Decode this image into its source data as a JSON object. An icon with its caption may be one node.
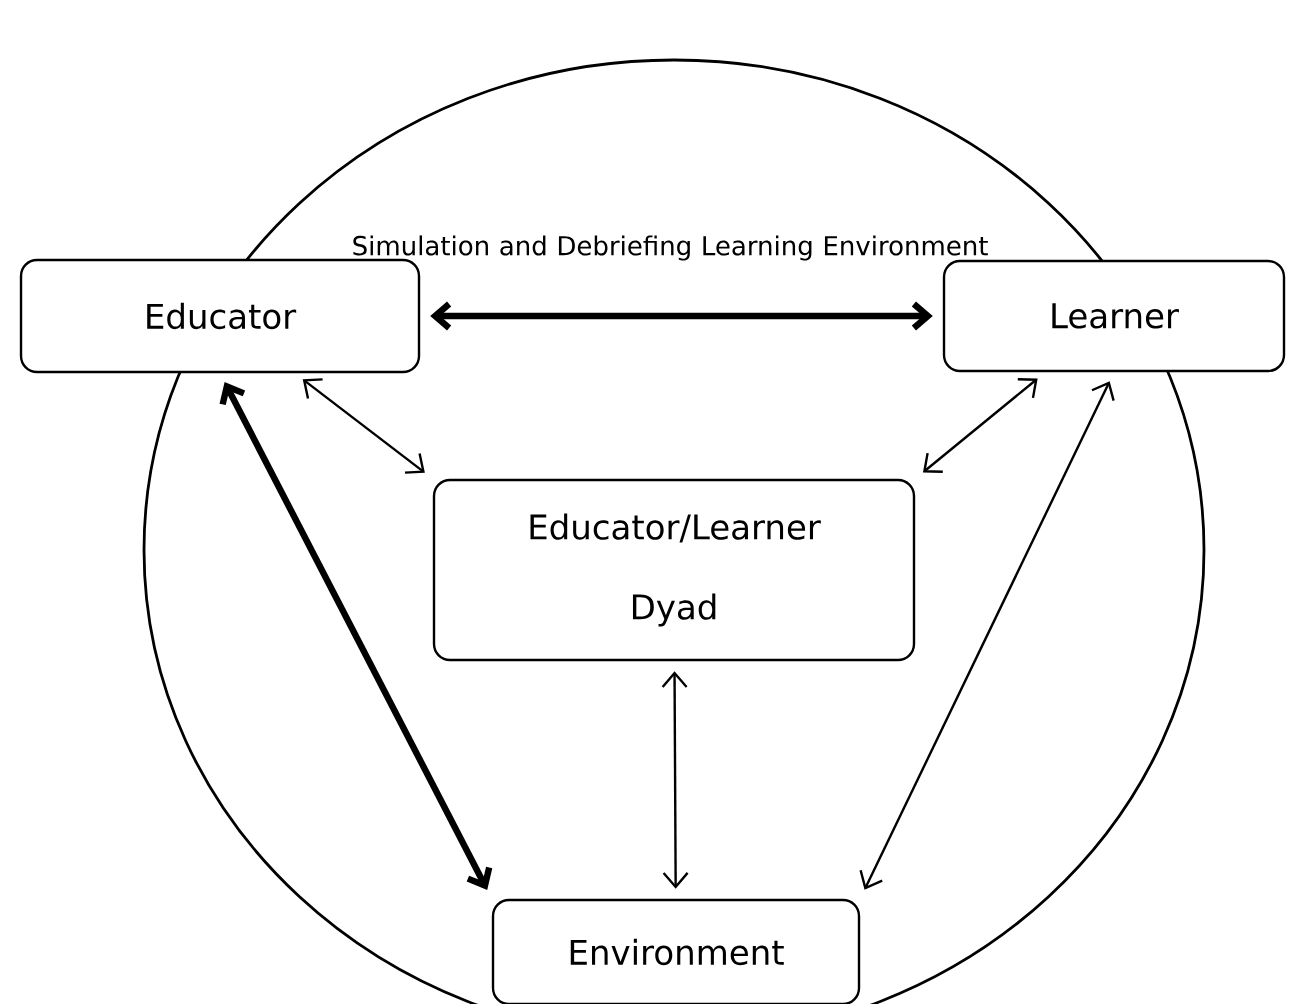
{
  "diagram": {
    "nodes": [
      {
        "text": [
          "Educator"
        ]
      },
      {
        "text": [
          "Learner"
        ]
      },
      {
        "text": [
          "Educator/Learner Dyad"
        ]
      },
      {
        "text": [
          "Environment"
        ]
      }
    ],
    "edges": [
      {
        "from": 0,
        "to": 1,
        "arrow": "both",
        "style": "thick"
      },
      {
        "from": 0,
        "to": 2,
        "arrow": "both"
      },
      {
        "from": 1,
        "to": 2,
        "arrow": "both"
      },
      {
        "from": 2,
        "to": 3,
        "arrow": "both"
      },
      {
        "from": 0,
        "to": 3,
        "arrow": "both",
        "style": "thick"
      },
      {
        "from": 1,
        "to": 3,
        "arrow": "both"
      }
    ],
    "labels": [
      "Simulation and Debriefing Learning Environment"
    ]
  }
}
